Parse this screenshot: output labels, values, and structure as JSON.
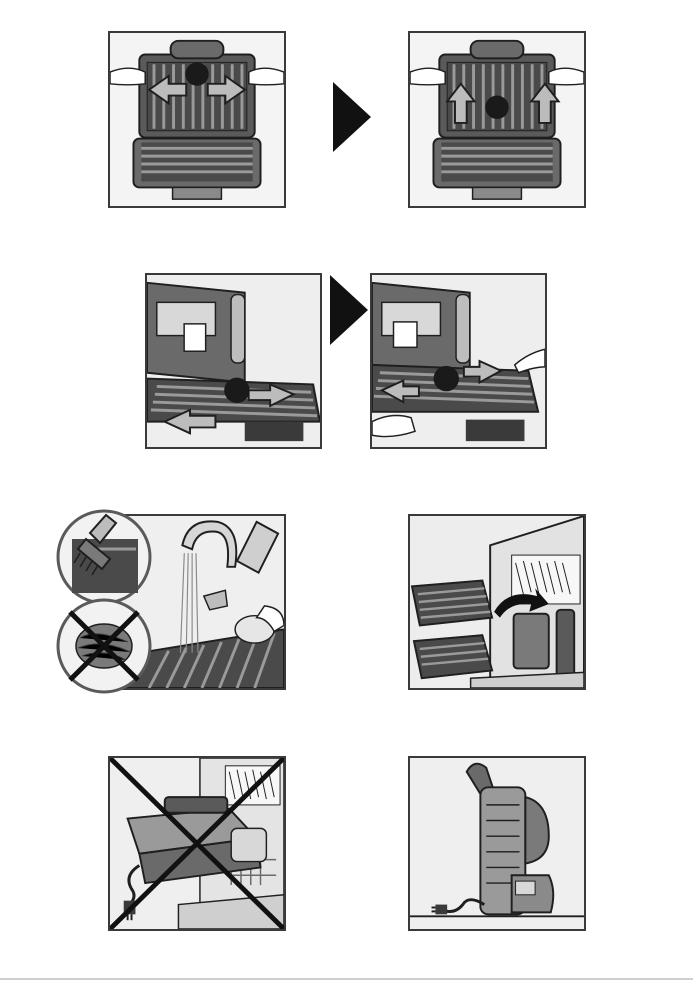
{
  "document": {
    "type": "pictorial-instructions",
    "steps": [
      {
        "id": "remove-plates-squeeze-clips",
        "marker": "circle",
        "icon": "double-arrow-outward"
      },
      {
        "id": "lift-upper-plate",
        "marker": "circle",
        "icon": "double-arrow-up"
      },
      {
        "id": "squeeze-lower-clips",
        "marker": "circle",
        "icon": "double-arrow-outward"
      },
      {
        "id": "slide-out-lower-plate",
        "marker": "circle",
        "icon": "double-arrow-outward"
      },
      {
        "id": "wash-with-brush-no-scourer",
        "icons": [
          "brush-icon",
          "scourer-prohibited-icon",
          "tap-icon",
          "detergent-bottle-icon",
          "sponge-icon"
        ]
      },
      {
        "id": "plates-dishwasher-safe",
        "icons": [
          "dishwasher-icon",
          "grill-plate-icon"
        ]
      },
      {
        "id": "appliance-not-dishwasher-safe",
        "icons": [
          "prohibited-cross-icon",
          "dishwasher-icon"
        ]
      },
      {
        "id": "store-upright",
        "icons": [
          "grill-upright-icon",
          "power-cord-icon"
        ]
      }
    ],
    "colors": {
      "line": "#1f1f1f",
      "frame": "#3a3a3a",
      "grill": "#4a4a4a",
      "metal": "#9a9a9a",
      "panel_bg": "#f4f4f4"
    }
  }
}
